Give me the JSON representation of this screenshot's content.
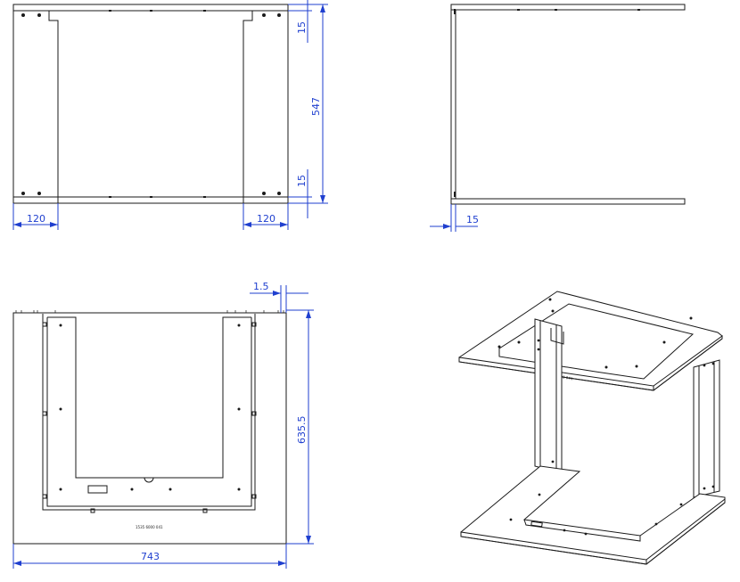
{
  "colors": {
    "line": "#1a1a1a",
    "dimension": "#1f3fcf",
    "background": "#ffffff"
  },
  "views": {
    "front": {
      "dims": {
        "top_offset": "15",
        "height": "547",
        "bottom_offset": "15",
        "left_width": "120",
        "right_width": "120"
      }
    },
    "side": {
      "dims": {
        "thickness": "15"
      }
    },
    "top": {
      "dims": {
        "sheet": "1.5",
        "depth": "635.5",
        "width": "743"
      },
      "part_number": "1535 6000 041"
    },
    "isometric": {
      "part_number": "1535 6000 041"
    }
  }
}
